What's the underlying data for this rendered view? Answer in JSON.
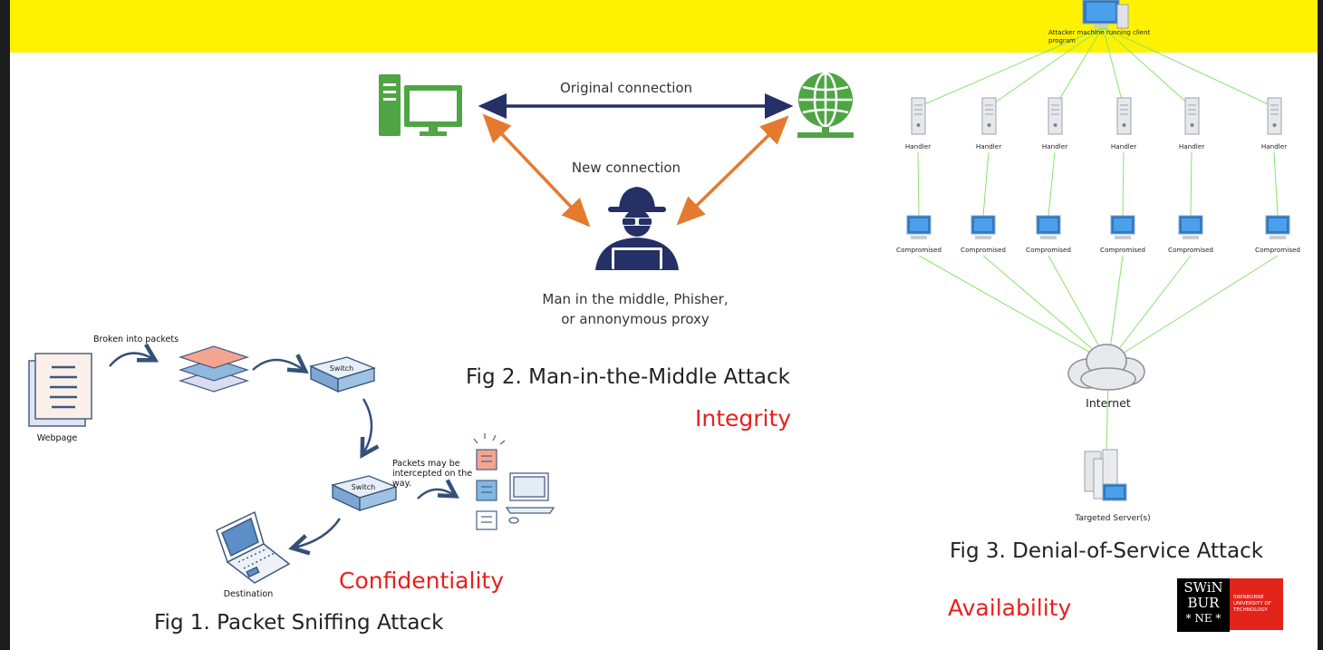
{
  "mitm": {
    "original_label": "Original connection",
    "new_label": "New connection",
    "attacker_line1": "Man in the middle, Phisher,",
    "attacker_line2": "or annonymous proxy",
    "caption": "Fig 2. Man-in-the-Middle Attack",
    "property": "Integrity"
  },
  "sniff": {
    "broken_label": "Broken into packets",
    "webpage_label": "Webpage",
    "switch_label": "Switch",
    "intercept_line1": "Packets may be",
    "intercept_line2": "intercepted on the",
    "intercept_line3": "way.",
    "destination_label": "Destination",
    "caption": "Fig 1. Packet Sniffing Attack",
    "property": "Confidentiality"
  },
  "dos": {
    "attacker_line1": "Attacker machine running client",
    "attacker_line2": "program",
    "handler_label": "Handler",
    "compromised_label": "Compromised",
    "internet_label": "Internet",
    "target_label": "Targeted Server(s)",
    "caption": "Fig 3. Denial-of-Service Attack",
    "property": "Availability"
  },
  "logo": {
    "line1": "SWiN",
    "line2": "BUR",
    "line3": "* NE *",
    "sub1": "SWINBURNE",
    "sub2": "UNIVERSITY OF",
    "sub3": "TECHNOLOGY"
  },
  "colors": {
    "banner": "#fff200",
    "mitm_green": "#4fa544",
    "mitm_navy": "#243066",
    "mitm_orange": "#e57a2e",
    "dos_line": "#86e36b",
    "property_red": "#e8201c"
  }
}
